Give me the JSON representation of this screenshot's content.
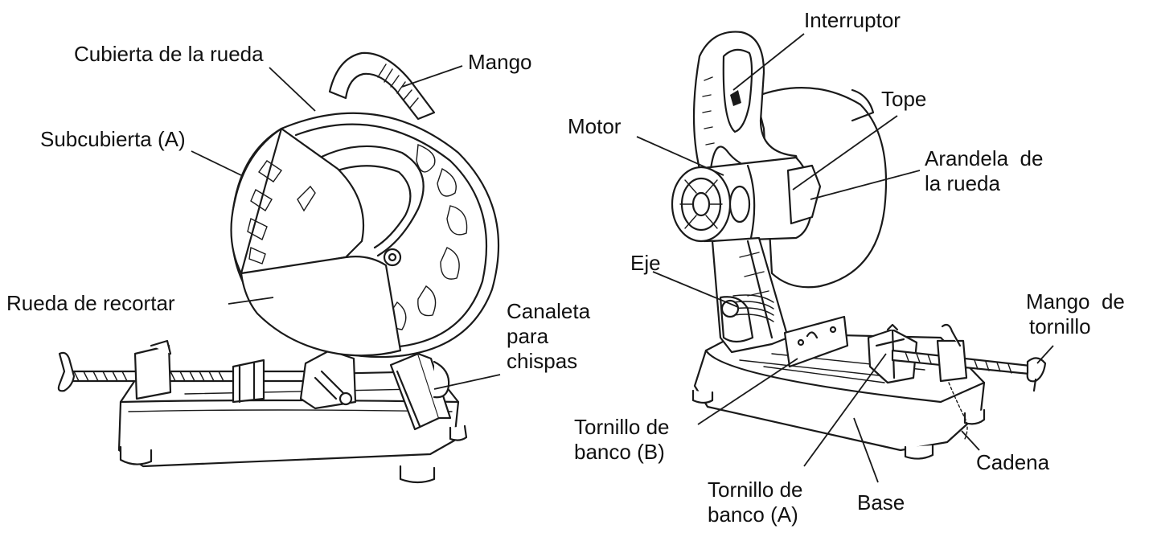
{
  "labels": {
    "wheel_cover": "Cubierta de la rueda",
    "handle": "Mango",
    "sub_cover": "Subcubierta (A)",
    "cut_off_wheel": "Rueda de recortar",
    "spark_chute": [
      "Canaleta",
      "para",
      "chispas"
    ],
    "switch": "Interruptor",
    "stopper": "Tope",
    "motor": "Motor",
    "wheel_washer": [
      "Arandela  de",
      "la rueda"
    ],
    "shaft": "Eje",
    "vise_handle": [
      "Mango  de",
      "tornillo"
    ],
    "vise_b": [
      "Tornillo de",
      "banco (B)"
    ],
    "chain": "Cadena",
    "vise_a": [
      "Tornillo de",
      "banco (A)"
    ],
    "base": "Base"
  }
}
